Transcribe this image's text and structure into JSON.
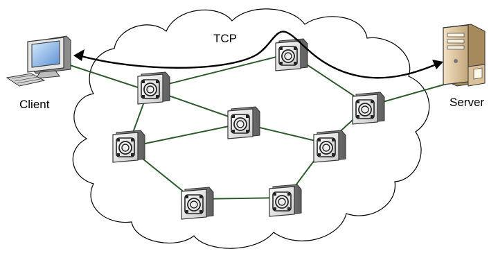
{
  "labels": {
    "protocol": "TCP",
    "client": "Client",
    "server": "Server"
  },
  "icons": {
    "client": "desktop-computer-icon",
    "server": "server-tower-icon",
    "router": "router-switch-icon"
  },
  "colors": {
    "link": "#2e5a2e",
    "cloud_stroke": "#000000",
    "arrow": "#000000"
  }
}
